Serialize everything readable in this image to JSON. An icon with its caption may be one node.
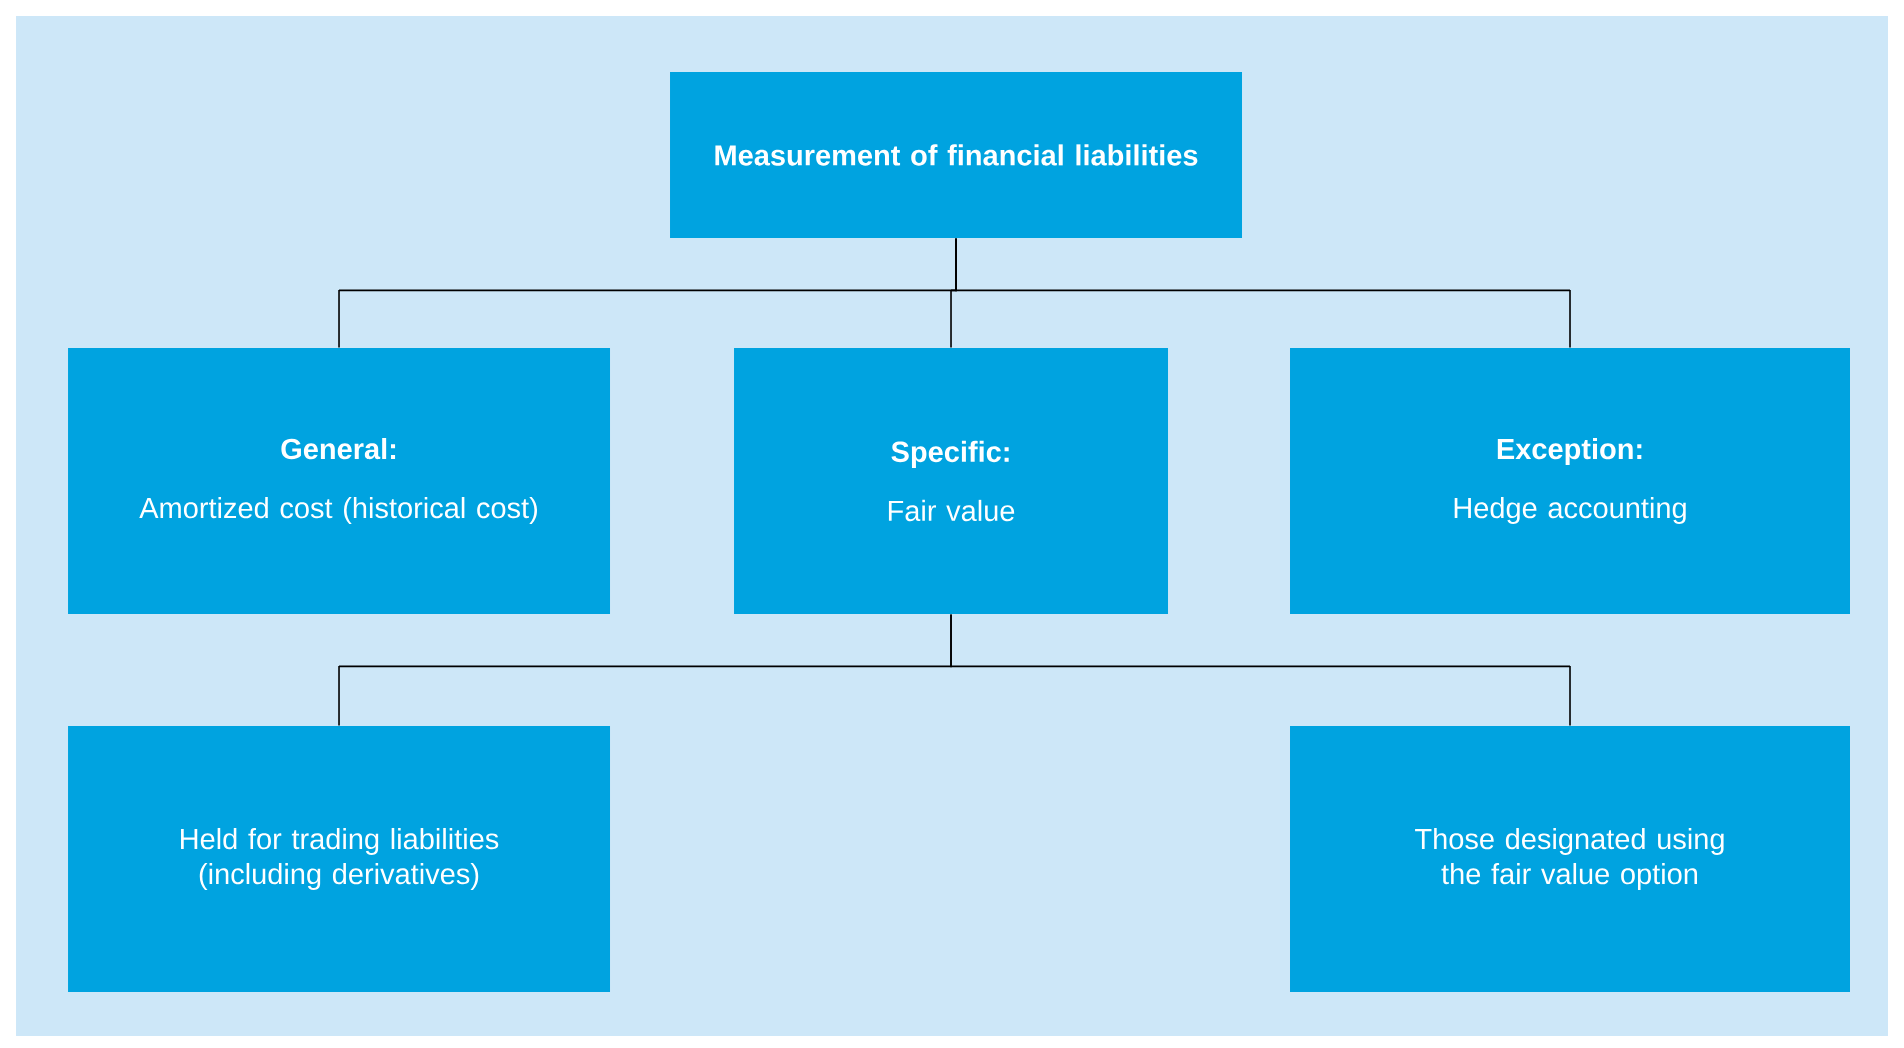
{
  "diagram": {
    "nodes": [
      {
        "text": [
          "Measurement of financial liabilities"
        ]
      },
      {
        "text": [
          "General:",
          "Amortized cost (historical cost)"
        ]
      },
      {
        "text": [
          "Specific:",
          "Fair value"
        ]
      },
      {
        "text": [
          "Exception:",
          "Hedge accounting"
        ]
      },
      {
        "text": [
          "Held for trading liabilities (including derivatives)"
        ]
      },
      {
        "text": [
          "Those designated using the fair value option"
        ]
      }
    ],
    "edges": [
      {
        "from": 0,
        "to": 1,
        "arrow": "none"
      },
      {
        "from": 0,
        "to": 2,
        "arrow": "none"
      },
      {
        "from": 0,
        "to": 3,
        "arrow": "none"
      },
      {
        "from": 2,
        "to": 4,
        "arrow": "none"
      },
      {
        "from": 2,
        "to": 5,
        "arrow": "none"
      }
    ]
  }
}
